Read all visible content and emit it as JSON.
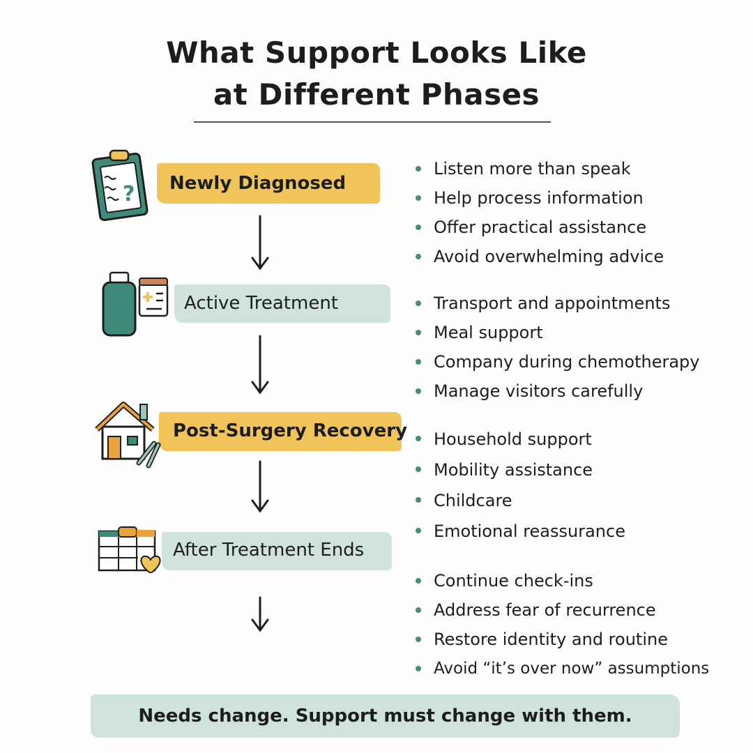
{
  "title": {
    "line1": "What Support Looks Like",
    "line2": "at Different Phases"
  },
  "colors": {
    "yellow": "#f1c45a",
    "teal_light": "#cfe2db",
    "teal_dark": "#3f8a78",
    "orange": "#e8a33d"
  },
  "phases": [
    {
      "label": "Newly Diagnosed",
      "icon": "clipboard-question-icon",
      "band": "yellow",
      "bullets": [
        "Listen more than speak",
        "Help process information",
        "Offer practical assistance",
        "Avoid overwhelming advice"
      ]
    },
    {
      "label": "Active Treatment",
      "icon": "medicine-bottle-icon",
      "band": "teal",
      "bullets": [
        "Transport and appointments",
        "Meal support",
        "Company during chemotherapy",
        "Manage visitors carefully"
      ]
    },
    {
      "label": "Post-Surgery Recovery",
      "icon": "house-crutches-icon",
      "band": "yellow",
      "bullets": [
        "Household support",
        "Mobility assistance",
        "Childcare",
        "Emotional reassurance"
      ]
    },
    {
      "label": "After Treatment Ends",
      "icon": "calendar-heart-icon",
      "band": "teal",
      "bullets": [
        "Continue check-ins",
        "Address fear of recurrence",
        "Restore identity and routine",
        "Avoid “it’s over now” assumptions"
      ]
    }
  ],
  "footer": "Needs change. Support must change with them."
}
